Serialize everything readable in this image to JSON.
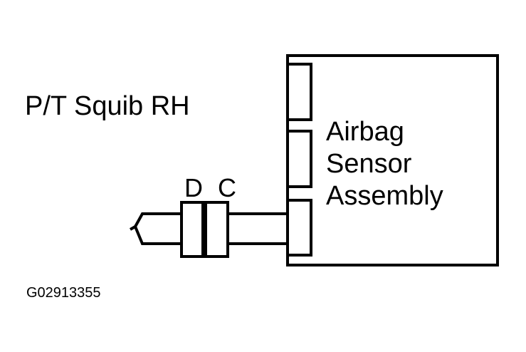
{
  "squib_label": "P/T Squib RH",
  "connectors": {
    "d": "D",
    "c": "C"
  },
  "module": {
    "line1": "Airbag",
    "line2": "Sensor",
    "line3": "Assembly"
  },
  "figure_id": "G02913355",
  "colors": {
    "line": "#000000",
    "background": "#ffffff"
  }
}
